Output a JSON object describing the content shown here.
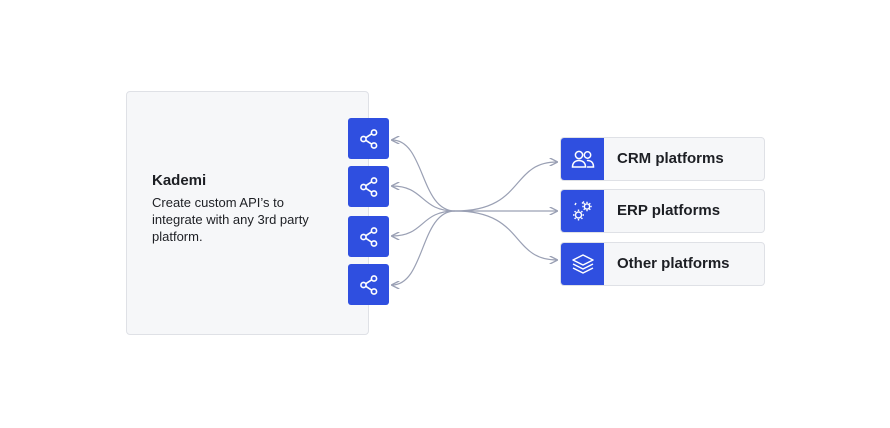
{
  "kademi": {
    "title": "Kademi",
    "description": "Create custom API’s to integrate with any 3rd party platform."
  },
  "connectors": [
    {
      "icon": "share-icon"
    },
    {
      "icon": "share-icon"
    },
    {
      "icon": "share-icon"
    },
    {
      "icon": "share-icon"
    }
  ],
  "platforms": [
    {
      "label": "CRM platforms",
      "icon": "users-icon"
    },
    {
      "label": "ERP platforms",
      "icon": "gears-icon"
    },
    {
      "label": "Other platforms",
      "icon": "layers-icon"
    }
  ],
  "colors": {
    "accent": "#2f4fe0",
    "connector_line": "#9aa0b4",
    "card_background": "#f6f7f9",
    "card_border": "#dfe1e6"
  }
}
